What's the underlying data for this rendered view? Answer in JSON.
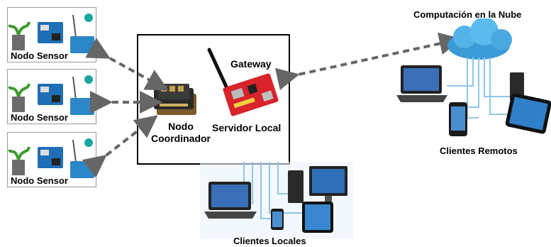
{
  "sensors": [
    {
      "label": "Nodo Sensor"
    },
    {
      "label": "Nodo Sensor"
    },
    {
      "label": "Nodo Sensor"
    }
  ],
  "gateway": {
    "label": "Gateway"
  },
  "coordinator": {
    "label_line1": "Nodo",
    "label_line2": "Coordinador"
  },
  "local_server": {
    "label": "Servidor Local"
  },
  "cloud": {
    "label": "Computación en la Nube"
  },
  "remote_clients": {
    "label": "Clientes Remotos"
  },
  "local_clients": {
    "label": "Clientes Locales"
  },
  "colors": {
    "arrow": "#666666",
    "cloud": "#3a9bd8",
    "accent_red": "#d8232a"
  }
}
